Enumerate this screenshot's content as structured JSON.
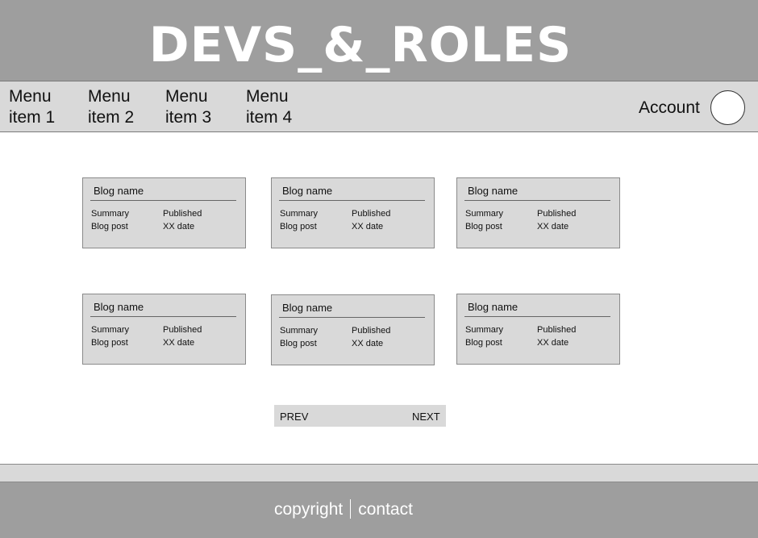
{
  "header": {
    "title": "DEVS_&_ROLES"
  },
  "nav": {
    "items": [
      {
        "line1": "Menu",
        "line2": "item 1"
      },
      {
        "line1": "Menu",
        "line2": "item 2"
      },
      {
        "line1": "Menu",
        "line2": "item 3"
      },
      {
        "line1": "Menu",
        "line2": "item 4"
      }
    ],
    "account_label": "Account"
  },
  "blog_cards": [
    {
      "name": "Blog name",
      "summary": "Summary",
      "published": "Published",
      "post": "Blog post",
      "date": "XX date"
    },
    {
      "name": "Blog name",
      "summary": "Summary",
      "published": "Published",
      "post": "Blog post",
      "date": "XX date"
    },
    {
      "name": "Blog name",
      "summary": "Summary",
      "published": "Published",
      "post": "Blog post",
      "date": "XX date"
    },
    {
      "name": "Blog name",
      "summary": "Summary",
      "published": "Published",
      "post": "Blog post",
      "date": "XX date"
    },
    {
      "name": "Blog name",
      "summary": "Summary",
      "published": "Published",
      "post": "Blog post",
      "date": "XX date"
    },
    {
      "name": "Blog name",
      "summary": "Summary",
      "published": "Published",
      "post": "Blog post",
      "date": "XX date"
    }
  ],
  "pagination": {
    "prev_label": "PREV",
    "next_label": "NEXT"
  },
  "footer": {
    "copyright": "copyright",
    "contact": "contact"
  },
  "colors": {
    "header_bg": "#9e9e9e",
    "panel_bg": "#d9d9d9",
    "page_bg": "#ffffff"
  }
}
